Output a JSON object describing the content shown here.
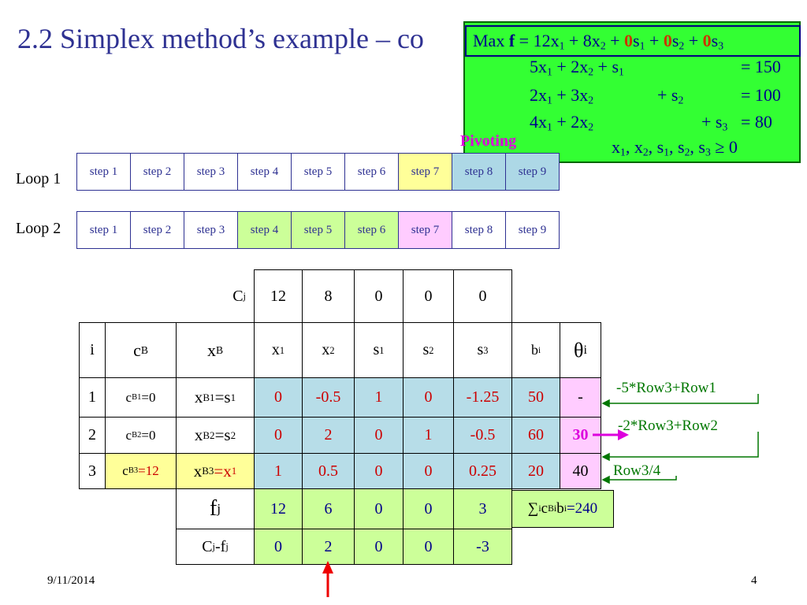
{
  "slide": {
    "title": "2.2 Simplex method’s example – co",
    "date": "9/11/2014",
    "page_number": "4"
  },
  "problem": {
    "objective": {
      "max": "Max ",
      "f": "f",
      "eq": " = 12x",
      "s1": "1",
      "p1": " + 8x",
      "s2": "2",
      "p2": " + ",
      "z1": "0",
      "p3": "s",
      "s3": "1",
      "p4": " + ",
      "z2": "0",
      "p5": "s",
      "s4": "2",
      "p6": " + ",
      "z3": "0",
      "p7": "s",
      "s5": "3"
    },
    "constraints": [
      {
        "a": "5x",
        "as": "1",
        "b": " + 2x",
        "bs": "2",
        "c": " + s",
        "cs": "1",
        "rhs": "= 150"
      },
      {
        "a": "2x",
        "as": "1",
        "b": " + 3x",
        "bs": "2",
        "c": "+ s",
        "cs": "2",
        "rhs": "= 100"
      },
      {
        "a": "4x",
        "as": "1",
        "b": " + 2x",
        "bs": "2",
        "c": "+ s",
        "cs": "3",
        "rhs": "= 80"
      }
    ],
    "nonneg": {
      "v1": "x",
      "s1": "1",
      "v2": ", x",
      "s2": "2",
      "v3": ", s",
      "s3": "1",
      "v4": ", s",
      "s4": "2",
      "v5": ", s",
      "s5": "3",
      "rel": " ≥ 0"
    }
  },
  "pivoting_label": "Pivoting",
  "loops": [
    {
      "label": "Loop 1",
      "steps": [
        "step 1",
        "step 2",
        "step 3",
        "step 4",
        "step 5",
        "step 6",
        "step 7",
        "step 8",
        "step 9"
      ]
    },
    {
      "label": "Loop 2",
      "steps": [
        "step 1",
        "step 2",
        "step 3",
        "step 4",
        "step 5",
        "step 6",
        "step 7",
        "step 8",
        "step 9"
      ]
    }
  ],
  "tableau": {
    "cj_label": {
      "c": "C",
      "s": "j"
    },
    "cj_values": [
      "12",
      "8",
      "0",
      "0",
      "0"
    ],
    "headers": {
      "i": "i",
      "cB": "c",
      "cBs": "B",
      "xB": "x",
      "xBs": "B",
      "vars": [
        {
          "v": "x",
          "s": "1"
        },
        {
          "v": "x",
          "s": "2"
        },
        {
          "v": "s",
          "s": "1"
        },
        {
          "v": "s",
          "s": "2"
        },
        {
          "v": "s",
          "s": "3"
        }
      ],
      "b": "b",
      "bs": "i",
      "theta": "θ",
      "thetas": "i"
    },
    "rows": [
      {
        "i": "1",
        "cB": "c",
        "cBs": "B1",
        "cBv": "=0",
        "xB": "x",
        "xBs": "B1",
        "xBe": "=s",
        "xBv": "1",
        "vals": [
          "0",
          "-0.5",
          "1",
          "0",
          "-1.25"
        ],
        "b": "50",
        "theta": "-"
      },
      {
        "i": "2",
        "cB": "c",
        "cBs": "B2",
        "cBv": "=0",
        "xB": "x",
        "xBs": "B2",
        "xBe": "=s",
        "xBv": "2",
        "vals": [
          "0",
          "2",
          "0",
          "1",
          "-0.5"
        ],
        "b": "60",
        "theta": "30"
      },
      {
        "i": "3",
        "cB": "c",
        "cBs": "B3",
        "cBv": "=12",
        "xB": "x",
        "xBs": "B3",
        "xBe": "=x",
        "xBv": "1",
        "vals": [
          "1",
          "0.5",
          "0",
          "0",
          "0.25"
        ],
        "b": "20",
        "theta": "40"
      }
    ],
    "fj": {
      "label": "f",
      "ls": "j",
      "vals": [
        "12",
        "6",
        "0",
        "0",
        "3"
      ],
      "sum": {
        "pre": "∑",
        "s1": "i",
        "mid": "c",
        "s2": "Bi",
        "b": "b",
        "s3": "i",
        "val": "=240"
      }
    },
    "cjfj": {
      "c": "C",
      "cs": "j",
      "dash": "-f",
      "fs": "j",
      "vals": [
        "0",
        "2",
        "0",
        "0",
        "-3"
      ]
    }
  },
  "row_ops": [
    "-5*Row3+Row1",
    "-2*Row3+Row2",
    "Row3/4"
  ],
  "colors": {
    "title": "#2e3192",
    "green_box": "#33ff33",
    "pivot": "#dd00dd",
    "blue_cell": "#b7dde8",
    "green_cell": "#ccff99",
    "pink_cell": "#ffccff",
    "yellow_cell": "#ffff99",
    "arrow_red": "#ee0000",
    "op_green": "#007700"
  }
}
